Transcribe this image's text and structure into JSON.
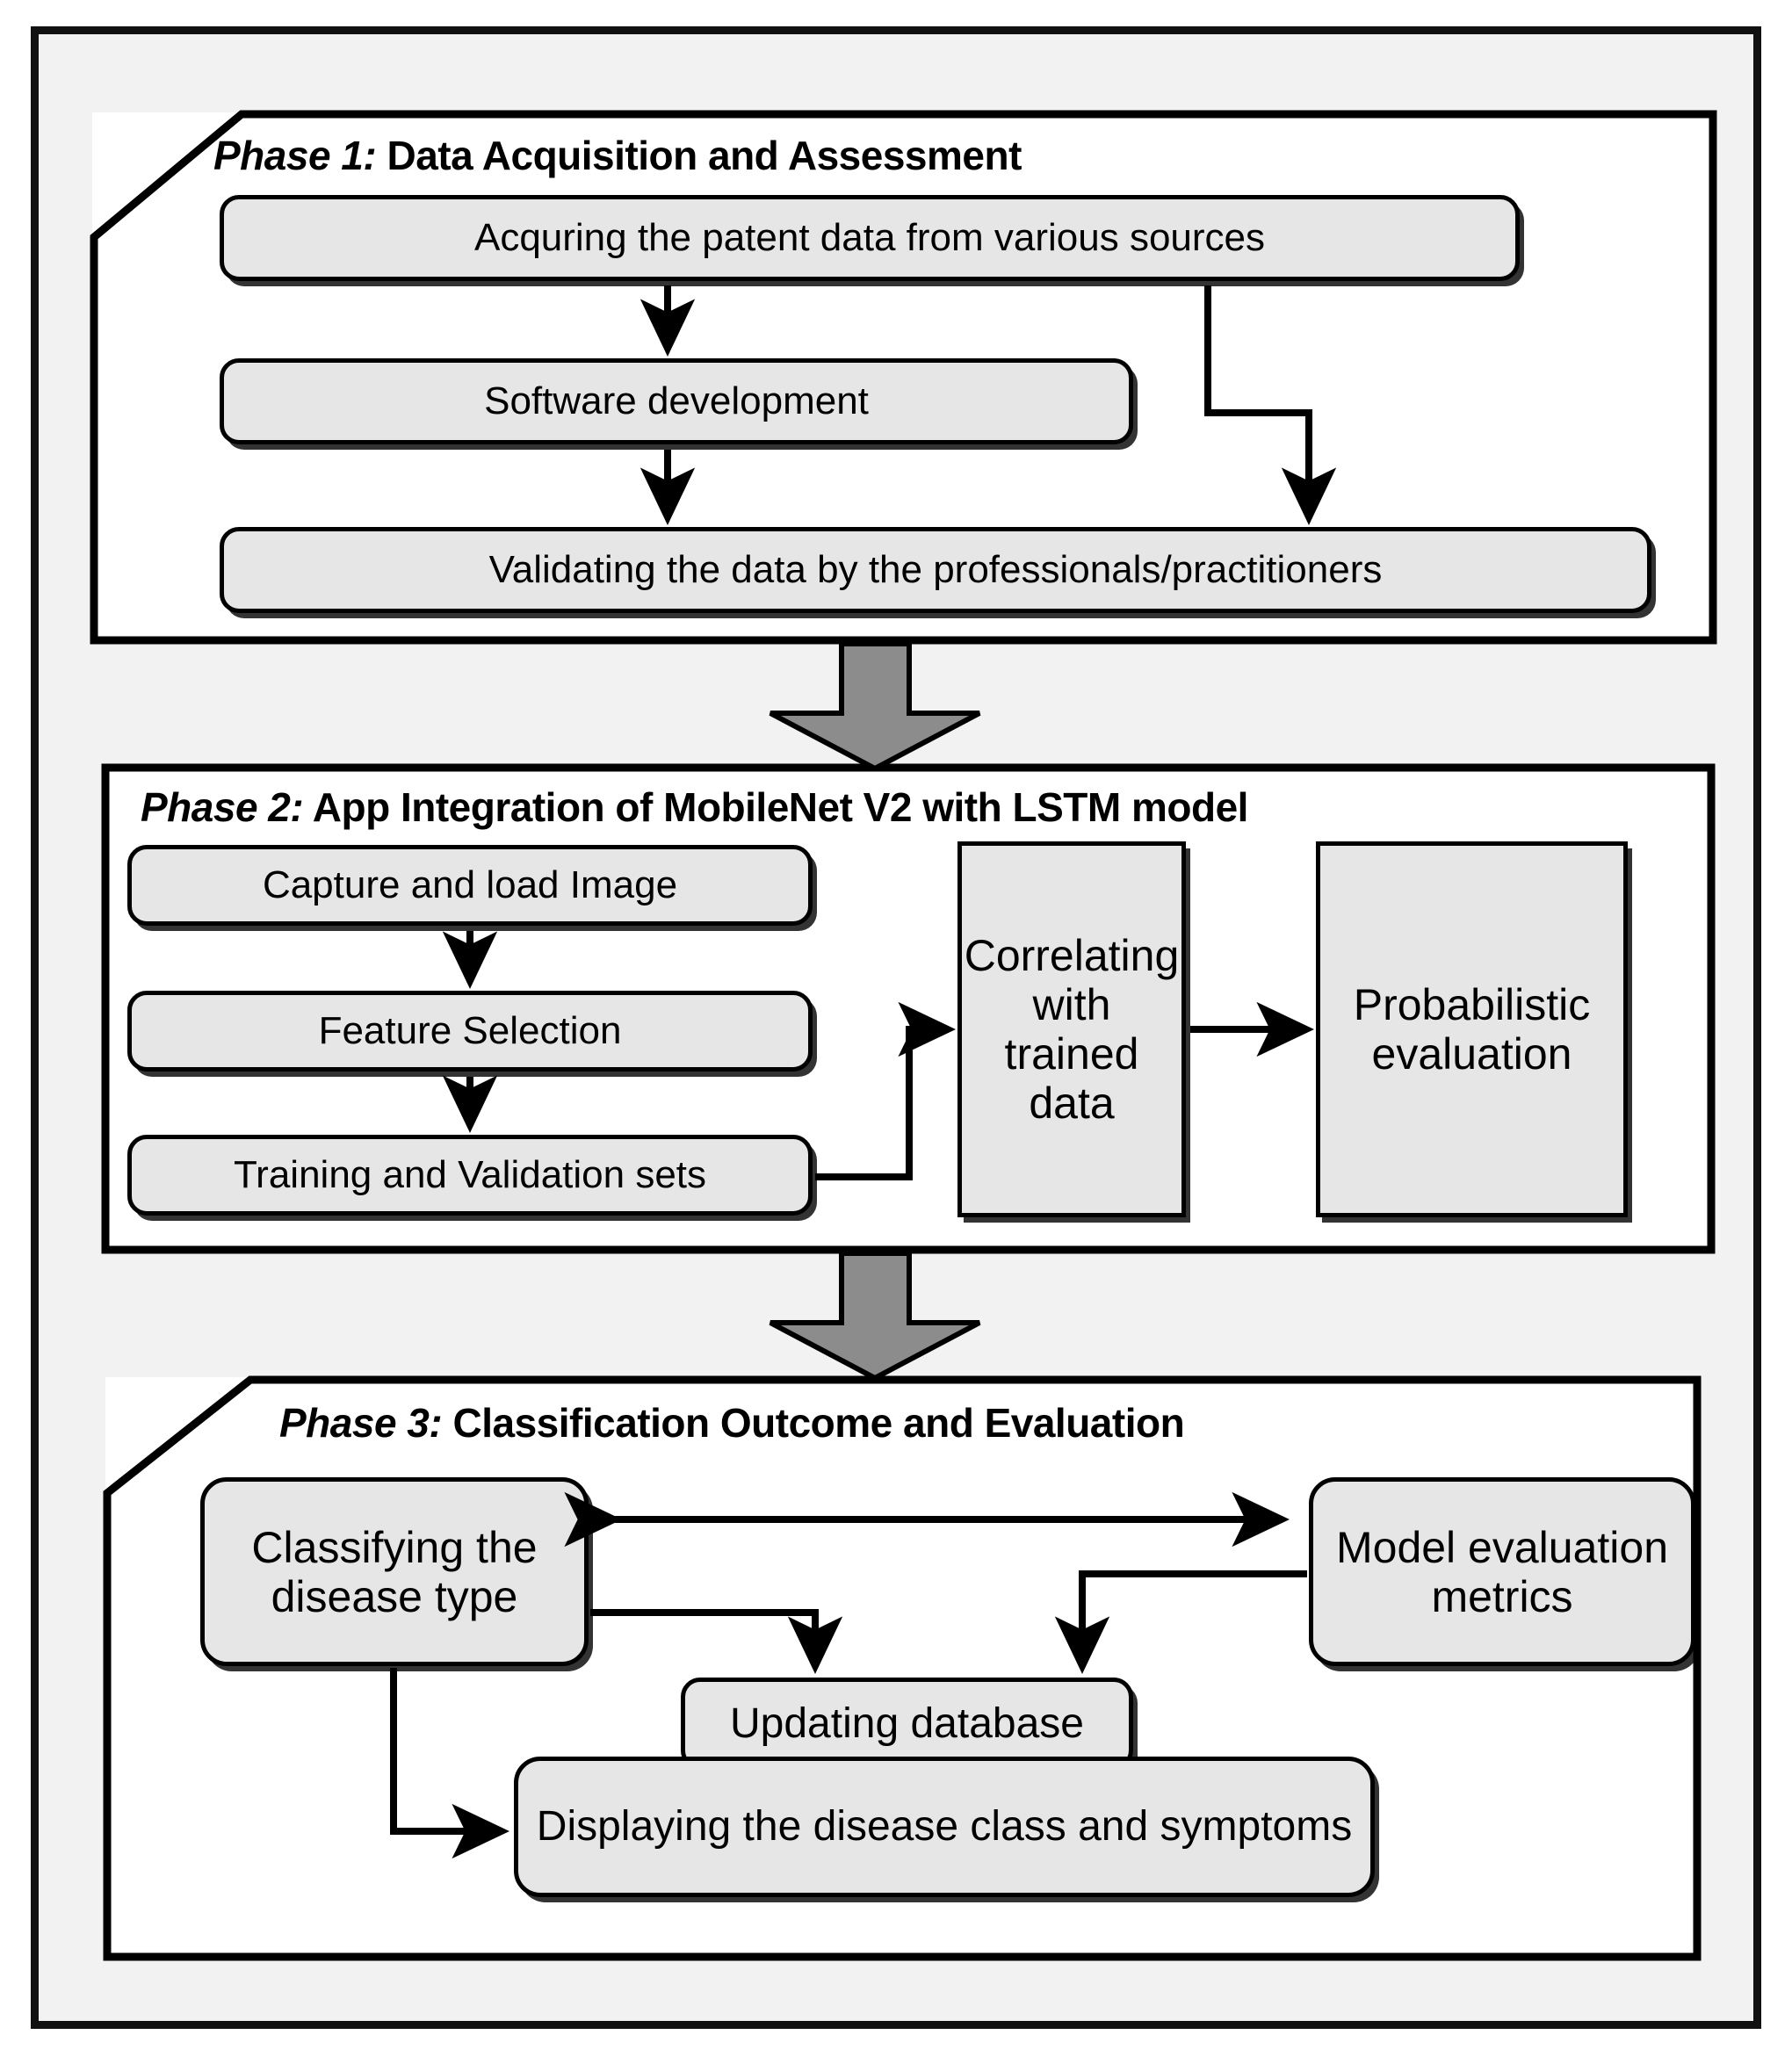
{
  "diagram": {
    "title": "Three-phase system flowchart",
    "colors": {
      "canvas": "#f2f2f2",
      "phase_fill": "#ffffff",
      "node_fill": "#e6e6e6",
      "stroke": "#000000",
      "block_arrow_fill": "#8c8c8c"
    }
  },
  "phase1": {
    "label_prefix": "Phase 1:",
    "label_text": " Data Acquisition and Assessment",
    "nodes": [
      {
        "id": "acquire",
        "text": "Acquring the patent data from various sources"
      },
      {
        "id": "software",
        "text": "Software development"
      },
      {
        "id": "validate",
        "text": "Validating the data by the professionals/practitioners"
      }
    ]
  },
  "phase2": {
    "label_prefix": "Phase 2:",
    "label_text": " App Integration of MobileNet V2 with LSTM model",
    "nodes": [
      {
        "id": "capture",
        "text": "Capture and load  Image"
      },
      {
        "id": "feature",
        "text": "Feature Selection"
      },
      {
        "id": "trainsets",
        "text": "Training and Validation sets"
      },
      {
        "id": "correlating",
        "text": "Correlating with trained data"
      },
      {
        "id": "probabilistic",
        "text": "Probabilistic evaluation"
      }
    ]
  },
  "phase3": {
    "label_prefix": "Phase 3:",
    "label_text": "  Classification Outcome and Evaluation",
    "nodes": [
      {
        "id": "classify",
        "text": "Classifying the disease type"
      },
      {
        "id": "metrics",
        "text": "Model evaluation metrics"
      },
      {
        "id": "updatedb",
        "text": "Updating database"
      },
      {
        "id": "displaying",
        "text": "Displaying the disease class and symptoms"
      }
    ]
  },
  "connectors": {
    "phase1_to_phase2": "block-arrow-down",
    "phase2_to_phase3": "block-arrow-down"
  }
}
